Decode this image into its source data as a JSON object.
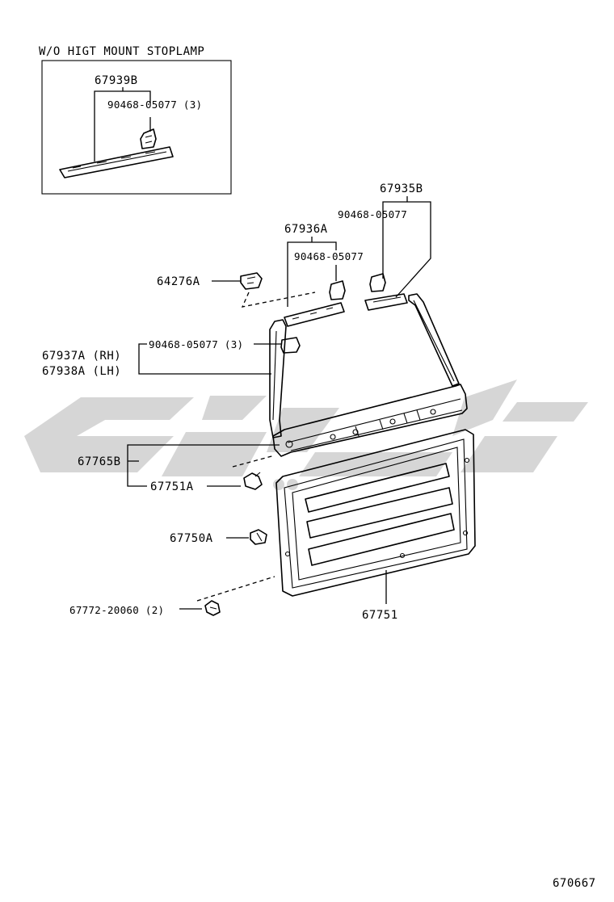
{
  "inset": {
    "title": "W/O HIGT MOUNT STOPLAMP",
    "part_number": "67939B",
    "clip_part": "90468-05077 (3)"
  },
  "labels": {
    "p67935B": "67935B",
    "p90468_a": "90468-05077",
    "p67936A": "67936A",
    "p90468_b": "90468-05077",
    "p64276A": "64276A",
    "p90468_c": "90468-05077 (3)",
    "p67937A": "67937A (RH)",
    "p67938A": "67938A (LH)",
    "p67765B": "67765B",
    "p67751A": "67751A",
    "p67750A": "67750A",
    "p67772": "67772-20060 (2)",
    "p67751": "67751"
  },
  "figure_number": "670667",
  "watermark_color": "#d6d6d6"
}
